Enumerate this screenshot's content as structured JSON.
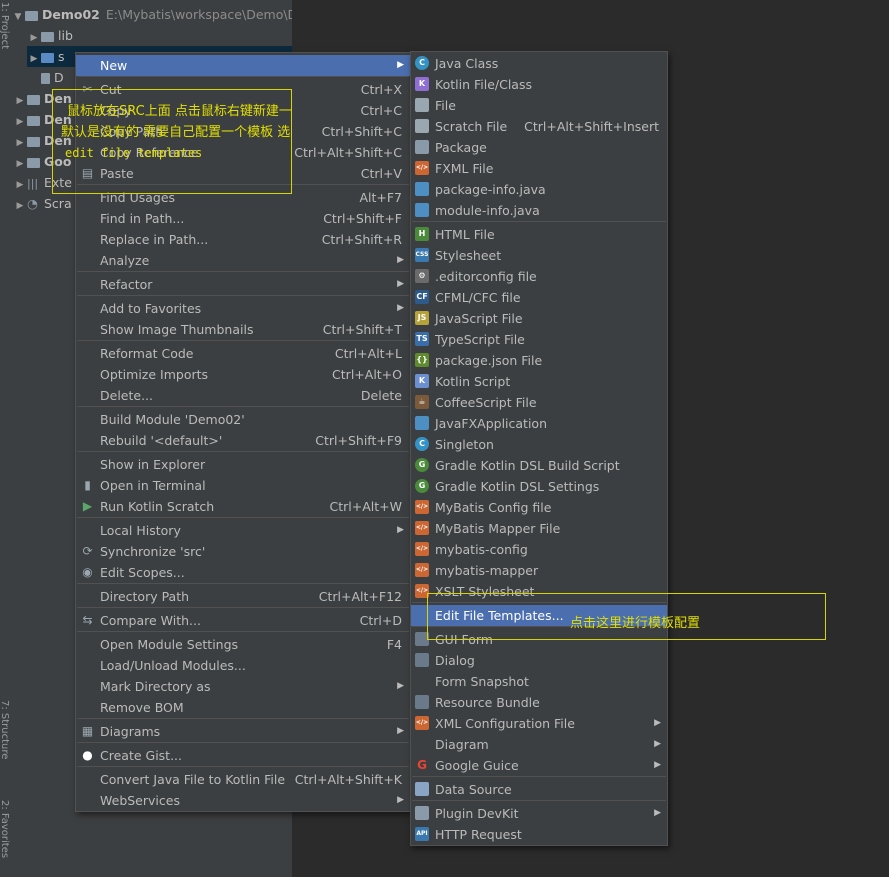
{
  "sidebar": {
    "project_tab": "1: Project",
    "structure_tab": "7: Structure",
    "favorites_tab": "2: Favorites"
  },
  "tree": {
    "root_label": "Demo02",
    "root_path": "E:\\Mybatis\\workspace\\Demo\\De",
    "items": [
      "lib",
      "s",
      "D",
      "Den",
      "Den",
      "Den",
      "Goo",
      "Exte",
      "Scra"
    ]
  },
  "context_menu": {
    "items": [
      {
        "label": "New",
        "shortcut": "",
        "submenu": true
      },
      {
        "label": "Cut",
        "shortcut": "Ctrl+X",
        "icon": "scissors-icon"
      },
      {
        "label": "Copy",
        "shortcut": "Ctrl+C"
      },
      {
        "label": "Copy Path",
        "shortcut": "Ctrl+Shift+C"
      },
      {
        "label": "Copy Reference",
        "shortcut": "Ctrl+Alt+Shift+C"
      },
      {
        "label": "Paste",
        "shortcut": "Ctrl+V",
        "icon": "paste-icon"
      },
      {
        "label": "Find Usages",
        "shortcut": "Alt+F7"
      },
      {
        "label": "Find in Path...",
        "shortcut": "Ctrl+Shift+F"
      },
      {
        "label": "Replace in Path...",
        "shortcut": "Ctrl+Shift+R"
      },
      {
        "label": "Analyze",
        "shortcut": "",
        "submenu": true
      },
      {
        "label": "Refactor",
        "shortcut": "",
        "submenu": true
      },
      {
        "label": "Add to Favorites",
        "shortcut": "",
        "submenu": true
      },
      {
        "label": "Show Image Thumbnails",
        "shortcut": "Ctrl+Shift+T"
      },
      {
        "label": "Reformat Code",
        "shortcut": "Ctrl+Alt+L"
      },
      {
        "label": "Optimize Imports",
        "shortcut": "Ctrl+Alt+O"
      },
      {
        "label": "Delete...",
        "shortcut": "Delete"
      },
      {
        "label": "Build Module 'Demo02'",
        "shortcut": ""
      },
      {
        "label": "Rebuild '<default>'",
        "shortcut": "Ctrl+Shift+F9"
      },
      {
        "label": "Show in Explorer",
        "shortcut": ""
      },
      {
        "label": "Open in Terminal",
        "shortcut": "",
        "icon": "terminal-icon"
      },
      {
        "label": "Run Kotlin Scratch",
        "shortcut": "Ctrl+Alt+W",
        "icon": "run-icon"
      },
      {
        "label": "Local History",
        "shortcut": "",
        "submenu": true
      },
      {
        "label": "Synchronize 'src'",
        "shortcut": "",
        "icon": "sync-icon"
      },
      {
        "label": "Edit Scopes...",
        "shortcut": "",
        "icon": "scope-icon"
      },
      {
        "label": "Directory Path",
        "shortcut": "Ctrl+Alt+F12"
      },
      {
        "label": "Compare With...",
        "shortcut": "Ctrl+D",
        "icon": "compare-icon"
      },
      {
        "label": "Open Module Settings",
        "shortcut": "F4"
      },
      {
        "label": "Load/Unload Modules...",
        "shortcut": ""
      },
      {
        "label": "Mark Directory as",
        "shortcut": "",
        "submenu": true
      },
      {
        "label": "Remove BOM",
        "shortcut": ""
      },
      {
        "label": "Diagrams",
        "shortcut": "",
        "submenu": true,
        "icon": "diagram-icon"
      },
      {
        "label": "Create Gist...",
        "shortcut": "",
        "icon": "github-icon"
      },
      {
        "label": "Convert Java File to Kotlin File",
        "shortcut": "Ctrl+Alt+Shift+K"
      },
      {
        "label": "WebServices",
        "shortcut": "",
        "submenu": true
      }
    ]
  },
  "new_submenu": {
    "items": [
      {
        "label": "Java Class",
        "shortcut": "",
        "icon": "java-class-icon",
        "color": "#3592c4",
        "glyph": "C"
      },
      {
        "label": "Kotlin File/Class",
        "shortcut": "",
        "icon": "kotlin-icon",
        "color": "#8f6fd1",
        "glyph": "K"
      },
      {
        "label": "File",
        "shortcut": "",
        "icon": "file-icon",
        "color": "#9aa7b0",
        "glyph": ""
      },
      {
        "label": "Scratch File",
        "shortcut": "Ctrl+Alt+Shift+Insert",
        "icon": "scratch-icon",
        "color": "#9aa7b0",
        "glyph": ""
      },
      {
        "label": "Package",
        "shortcut": "",
        "icon": "package-icon",
        "color": "#8a9aa9",
        "glyph": ""
      },
      {
        "label": "FXML File",
        "shortcut": "",
        "icon": "fxml-icon",
        "color": "#cc6633",
        "glyph": "</>"
      },
      {
        "label": "package-info.java",
        "shortcut": "",
        "icon": "java-file-icon",
        "color": "#4e8fc3",
        "glyph": ""
      },
      {
        "label": "module-info.java",
        "shortcut": "",
        "icon": "java-file-icon",
        "color": "#4e8fc3",
        "glyph": ""
      },
      {
        "label": "HTML File",
        "shortcut": "",
        "icon": "html-icon",
        "color": "#4a8a3a",
        "glyph": "H"
      },
      {
        "label": "Stylesheet",
        "shortcut": "",
        "icon": "css-icon",
        "color": "#3a78b0",
        "glyph": "CSS"
      },
      {
        "label": ".editorconfig file",
        "shortcut": "",
        "icon": "gear-icon",
        "color": "#6a6a6a",
        "glyph": "⚙"
      },
      {
        "label": "CFML/CFC file",
        "shortcut": "",
        "icon": "cf-icon",
        "color": "#2d5a8a",
        "glyph": "CF"
      },
      {
        "label": "JavaScript File",
        "shortcut": "",
        "icon": "js-icon",
        "color": "#b5a33a",
        "glyph": "JS"
      },
      {
        "label": "TypeScript File",
        "shortcut": "",
        "icon": "ts-icon",
        "color": "#3a6eaa",
        "glyph": "TS"
      },
      {
        "label": "package.json File",
        "shortcut": "",
        "icon": "node-icon",
        "color": "#5f8a2e",
        "glyph": "{}"
      },
      {
        "label": "Kotlin Script",
        "shortcut": "",
        "icon": "kotlin-icon",
        "color": "#6b8fd1",
        "glyph": "K"
      },
      {
        "label": "CoffeeScript File",
        "shortcut": "",
        "icon": "coffee-icon",
        "color": "#7a5a3a",
        "glyph": "☕"
      },
      {
        "label": "JavaFXApplication",
        "shortcut": "",
        "icon": "java-file-icon",
        "color": "#4e8fc3",
        "glyph": ""
      },
      {
        "label": "Singleton",
        "shortcut": "",
        "icon": "java-class-icon",
        "color": "#3592c4",
        "glyph": "C"
      },
      {
        "label": "Gradle Kotlin DSL Build Script",
        "shortcut": "",
        "icon": "gradle-icon",
        "color": "#4a8a3a",
        "glyph": "G"
      },
      {
        "label": "Gradle Kotlin DSL Settings",
        "shortcut": "",
        "icon": "gradle-icon",
        "color": "#4a8a3a",
        "glyph": "G"
      },
      {
        "label": "MyBatis Config file",
        "shortcut": "",
        "icon": "template-icon",
        "color": "#cc6633",
        "glyph": "</>"
      },
      {
        "label": "MyBatis Mapper File",
        "shortcut": "",
        "icon": "template-icon",
        "color": "#cc6633",
        "glyph": "</>"
      },
      {
        "label": "mybatis-config",
        "shortcut": "",
        "icon": "template-icon",
        "color": "#cc6633",
        "glyph": "</>"
      },
      {
        "label": "mybatis-mapper",
        "shortcut": "",
        "icon": "template-icon",
        "color": "#cc6633",
        "glyph": "</>"
      },
      {
        "label": "XSLT Stylesheet",
        "shortcut": "",
        "icon": "template-icon",
        "color": "#cc6633",
        "glyph": "</>"
      },
      {
        "label": "Edit File Templates...",
        "shortcut": "",
        "icon": "",
        "color": "",
        "glyph": ""
      },
      {
        "label": "GUI Form",
        "shortcut": "",
        "icon": "form-icon",
        "color": "#6a7a8a",
        "glyph": ""
      },
      {
        "label": "Dialog",
        "shortcut": "",
        "icon": "dialog-icon",
        "color": "#6a7a8a",
        "glyph": ""
      },
      {
        "label": "Form Snapshot",
        "shortcut": "",
        "icon": "",
        "color": "",
        "glyph": ""
      },
      {
        "label": "Resource Bundle",
        "shortcut": "",
        "icon": "bundle-icon",
        "color": "#6a7a8a",
        "glyph": ""
      },
      {
        "label": "XML Configuration File",
        "shortcut": "",
        "icon": "xml-icon",
        "color": "#cc6633",
        "glyph": "</>",
        "submenu": true
      },
      {
        "label": "Diagram",
        "shortcut": "",
        "icon": "",
        "color": "",
        "glyph": "",
        "submenu": true
      },
      {
        "label": "Google Guice",
        "shortcut": "",
        "icon": "google-icon",
        "color": "#ea4335",
        "glyph": "G",
        "submenu": true
      },
      {
        "label": "Data Source",
        "shortcut": "",
        "icon": "database-icon",
        "color": "#8aa4c4",
        "glyph": ""
      },
      {
        "label": "Plugin DevKit",
        "shortcut": "",
        "icon": "plugin-icon",
        "color": "#8a9aa9",
        "glyph": "",
        "submenu": true
      },
      {
        "label": "HTTP Request",
        "shortcut": "",
        "icon": "api-icon",
        "color": "#3a78b0",
        "glyph": "API"
      }
    ]
  },
  "annotations": {
    "note1_line1": "鼠标放在SRC上面 点击鼠标右键新建一个 mybatis文件",
    "note1_line2": " 默认是没有的  需要自己配置一个模板 选中右边的",
    "note1_line3": "edit file templates",
    "note2": "点击这里进行模板配置"
  },
  "colors": {
    "highlight": "#4b6eaf",
    "annotation": "#d7d400",
    "menu_bg": "#3c3f41"
  }
}
